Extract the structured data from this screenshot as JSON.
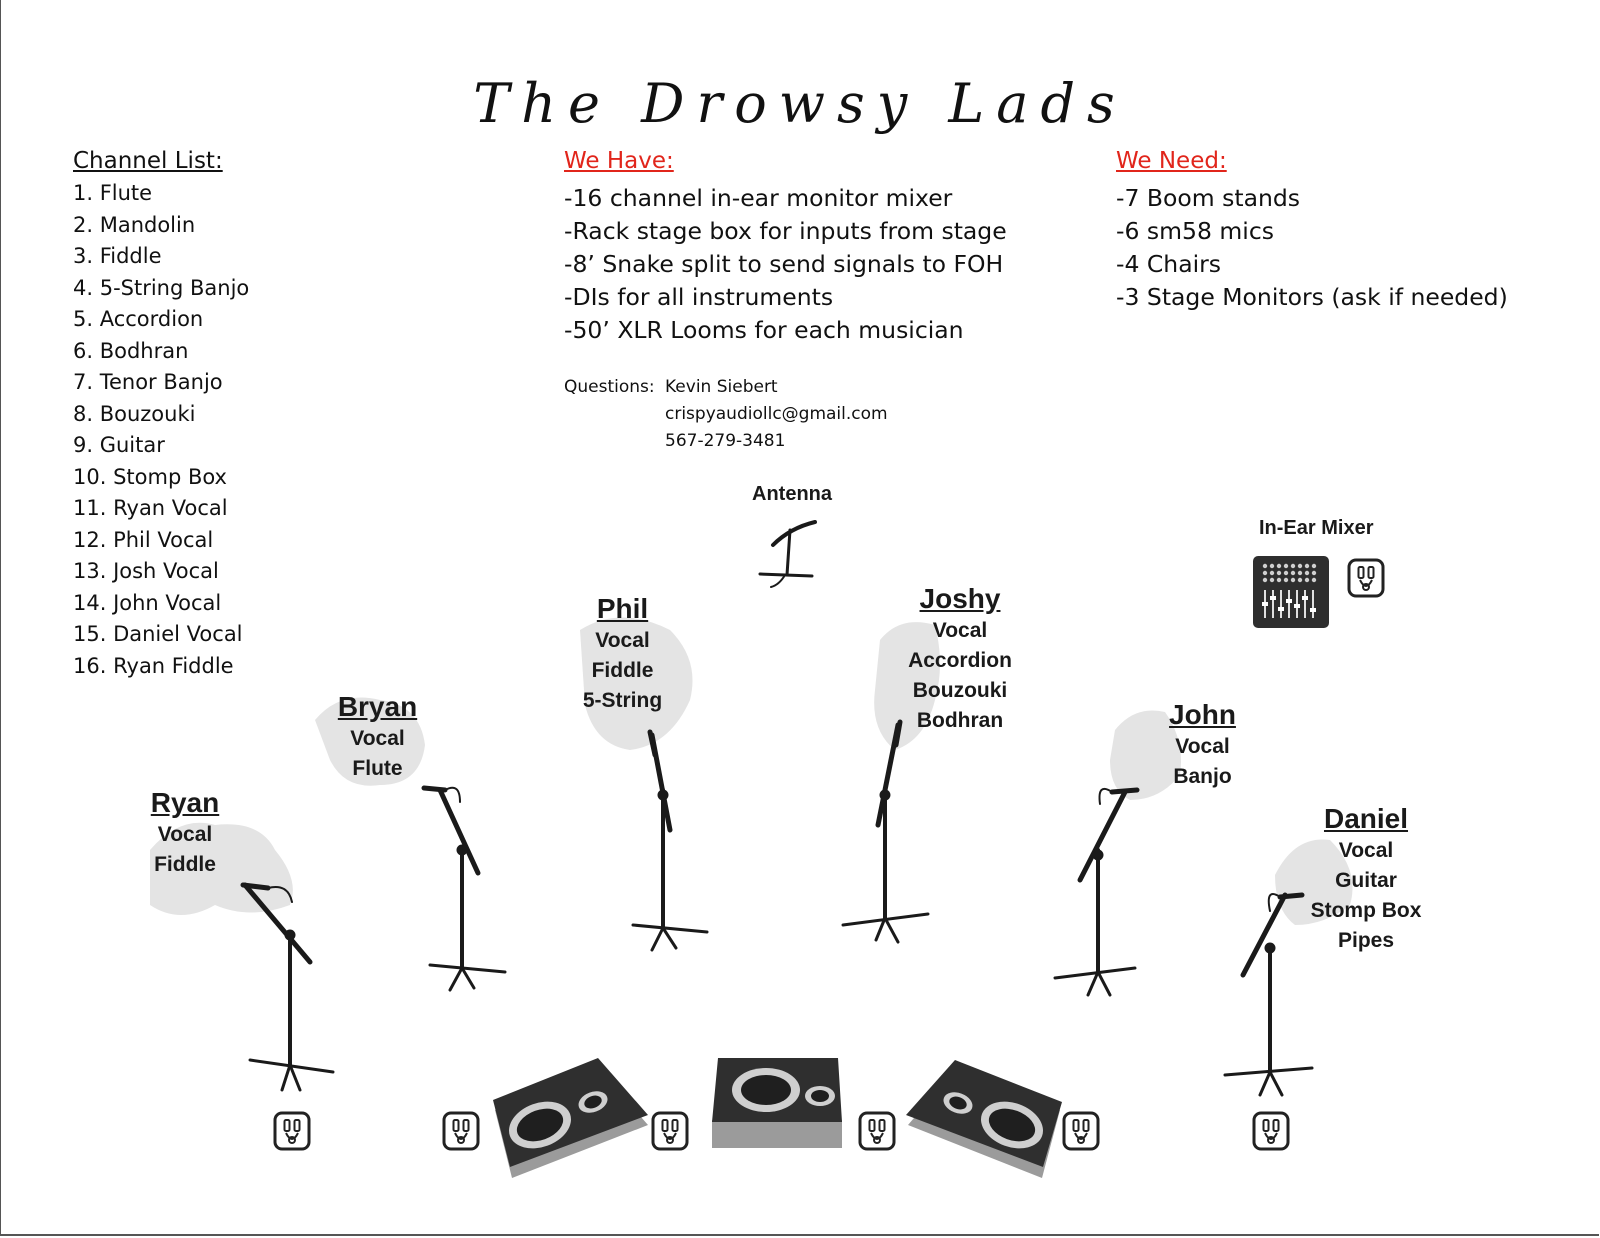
{
  "title": "The Drowsy Lads",
  "channel_list": {
    "heading": "Channel List:",
    "items": [
      "1. Flute",
      "2. Mandolin",
      "3. Fiddle",
      "4. 5-String Banjo",
      "5. Accordion",
      "6. Bodhran",
      "7. Tenor Banjo",
      "8. Bouzouki",
      "9. Guitar",
      "10. Stomp Box",
      "11. Ryan Vocal",
      "12. Phil Vocal",
      "13. Josh Vocal",
      "14. John Vocal",
      "15. Daniel Vocal",
      "16. Ryan Fiddle"
    ]
  },
  "we_have": {
    "heading": "We Have:",
    "items": [
      "-16 channel in-ear monitor mixer",
      "-Rack stage box for inputs from stage",
      "-8’ Snake split to send signals to FOH",
      "-DIs for all instruments",
      "-50’ XLR Looms for each musician"
    ]
  },
  "we_need": {
    "heading": "We Need:",
    "items": [
      "-7 Boom stands",
      "-6 sm58 mics",
      "-4 Chairs",
      "-3 Stage Monitors (ask if needed)"
    ]
  },
  "contact": {
    "label": "Questions:",
    "name": "Kevin Siebert",
    "email": "crispyaudiollc@gmail.com",
    "phone": "567-279-3481"
  },
  "stage": {
    "antenna_label": "Antenna",
    "in_ear_mixer_label": "In-Ear Mixer",
    "musicians": [
      {
        "name": "Ryan",
        "roles": [
          "Vocal",
          "Fiddle"
        ]
      },
      {
        "name": "Bryan",
        "roles": [
          "Vocal",
          "Flute"
        ]
      },
      {
        "name": "Phil",
        "roles": [
          "Vocal",
          "Fiddle",
          "5-String"
        ]
      },
      {
        "name": "Joshy",
        "roles": [
          "Vocal",
          "Accordion",
          "Bouzouki",
          "Bodhran"
        ]
      },
      {
        "name": "John",
        "roles": [
          "Vocal",
          "Banjo"
        ]
      },
      {
        "name": "Daniel",
        "roles": [
          "Vocal",
          "Guitar",
          "Stomp Box",
          "Pipes"
        ]
      }
    ],
    "colors": {
      "silhouette": "#e3e3e3",
      "monitor_top": "#2f2f2f",
      "monitor_side": "#9a9a9a",
      "stand": "#1a1a1a"
    }
  }
}
